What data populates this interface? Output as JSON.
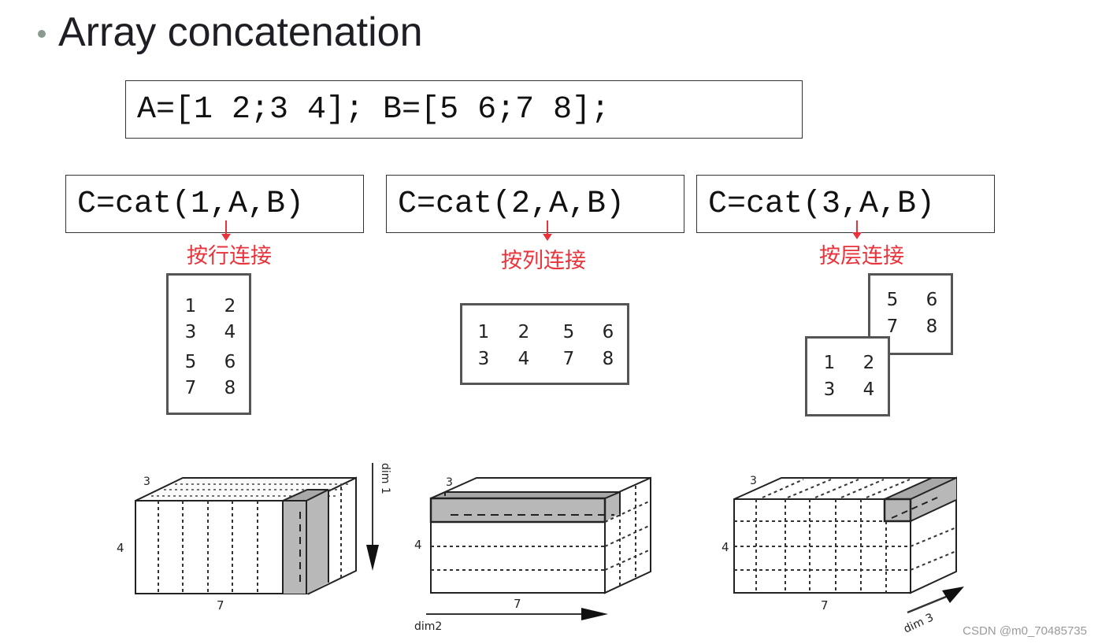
{
  "slide": {
    "title": "Array concatenation",
    "definition": "A=[1 2;3 4]; B=[5 6;7 8];"
  },
  "commands": [
    {
      "code": "C=cat(1,A,B)",
      "label": "按行连接",
      "dim": 1
    },
    {
      "code": "C=cat(2,A,B)",
      "label": "按列连接",
      "dim": 2
    },
    {
      "code": "C=cat(3,A,B)",
      "label": "按层连接",
      "dim": 3
    }
  ],
  "results": {
    "dim1": {
      "rows": [
        [
          "1",
          "2"
        ],
        [
          "3",
          "4"
        ],
        [
          "5",
          "6"
        ],
        [
          "7",
          "8"
        ]
      ]
    },
    "dim2": {
      "rows": [
        [
          "1",
          "2",
          "5",
          "6"
        ],
        [
          "3",
          "4",
          "7",
          "8"
        ]
      ]
    },
    "dim3": {
      "back_page": {
        "rows": [
          [
            "5",
            "6"
          ],
          [
            "7",
            "8"
          ]
        ]
      },
      "front_page": {
        "rows": [
          [
            "1",
            "2"
          ],
          [
            "3",
            "4"
          ]
        ]
      }
    }
  },
  "diagrams": [
    {
      "depth_label": "3",
      "height_label": "4",
      "width_label": "7",
      "axis_label": "dim 1"
    },
    {
      "depth_label": "3",
      "height_label": "4",
      "width_label": "7",
      "axis_label": "dim2"
    },
    {
      "depth_label": "3",
      "height_label": "4",
      "width_label": "7",
      "axis_label": "dim 3"
    }
  ],
  "watermark": "CSDN @m0_70485735",
  "colors": {
    "accent_red": "#e8333b",
    "bullet": "#8a9a8e",
    "shade": "#b8b8b8"
  }
}
